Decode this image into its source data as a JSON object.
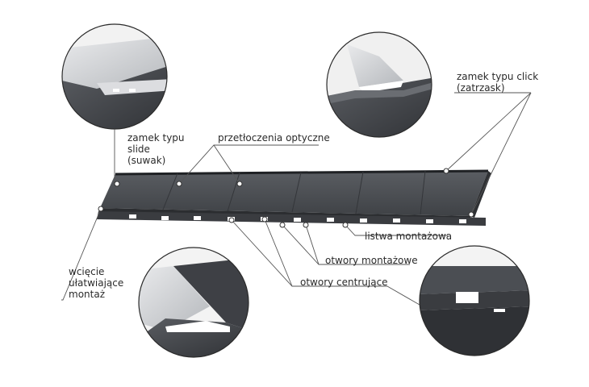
{
  "labels": {
    "slide_lock": [
      "zamek typu",
      "slide",
      "(suwak)"
    ],
    "optical_embossing": "przetłoczenia optyczne",
    "click_lock": [
      "zamek typu click",
      "(zatrzask)"
    ],
    "mounting_strip": "listwa montażowa",
    "mounting_holes": "otwory montażowe",
    "centering_holes": "otwory centrujące",
    "mounting_notch": [
      "wcięcie",
      "ułatwiające",
      "montaż"
    ]
  },
  "colors": {
    "panel_top": "#4a4d52",
    "panel_edge": "#2b2d30",
    "leader": "#555555",
    "dot": "#ffffff"
  }
}
